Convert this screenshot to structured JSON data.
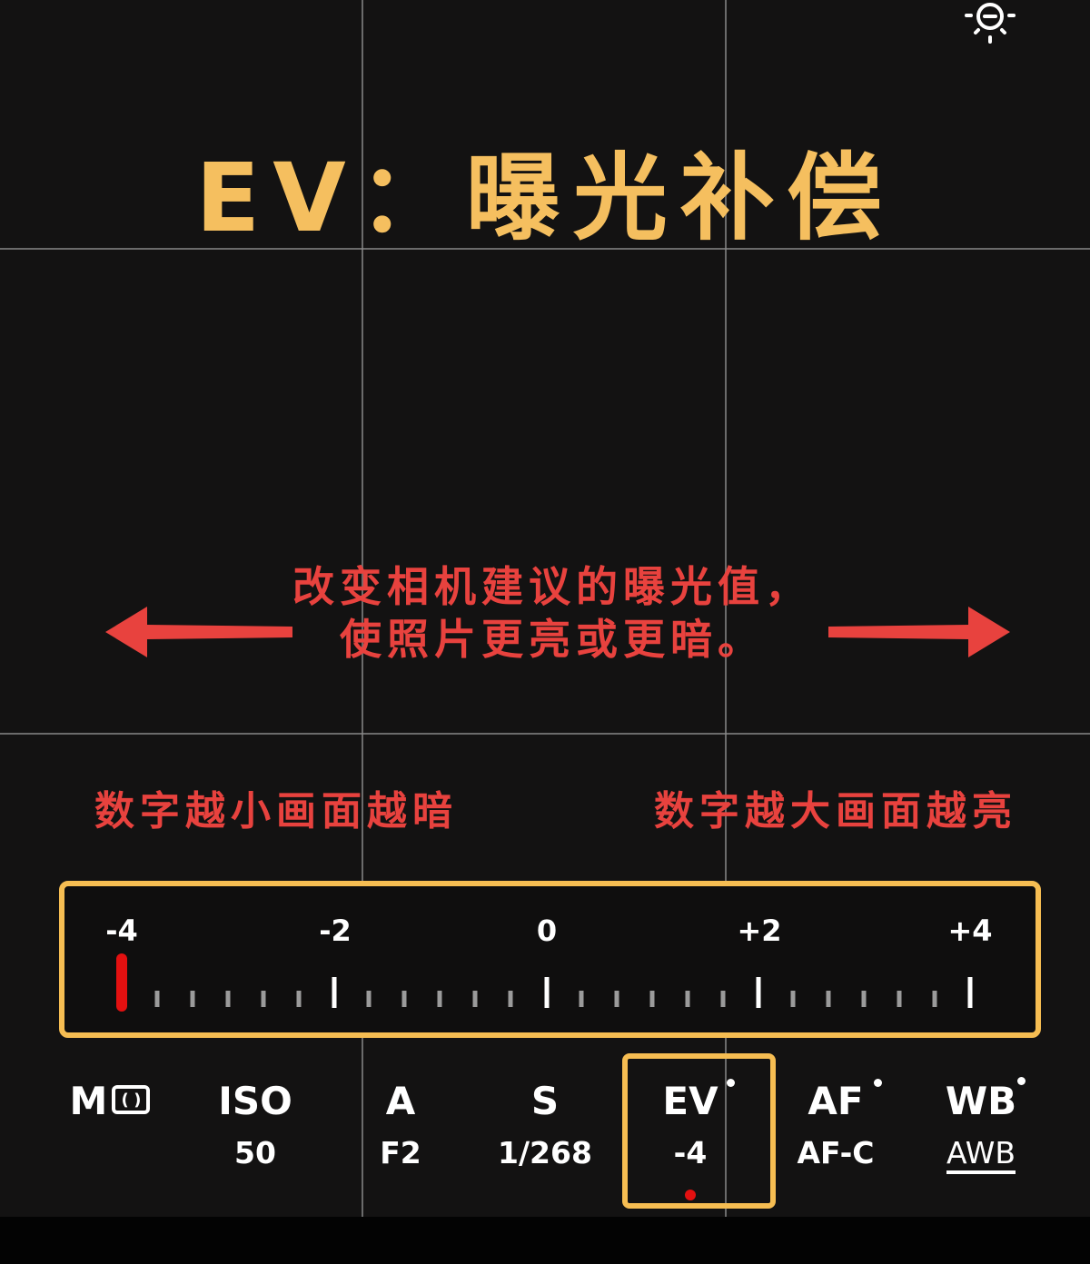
{
  "title": "EV：曝光补偿",
  "description": {
    "line1": "改变相机建议的曝光值，",
    "line2": "使照片更亮或更暗。"
  },
  "hints": {
    "left": "数字越小画面越暗",
    "right": "数字越大画面越亮"
  },
  "icons": {
    "exposure": "sun-minus-icon",
    "arrow_left": "arrow-left-icon",
    "arrow_right": "arrow-right-icon",
    "metering": "metering-mode-icon"
  },
  "ev_scale": {
    "labels": [
      "-4",
      "-2",
      "0",
      "+2",
      "+4"
    ],
    "min": -4,
    "max": 4,
    "current": -4,
    "minor_ticks_between_major": 5
  },
  "controls": [
    {
      "label": "M",
      "value": "",
      "icon": "metering-mode-icon",
      "dot": false
    },
    {
      "label": "ISO",
      "value": "50",
      "dot": false
    },
    {
      "label": "A",
      "value": "F2",
      "dot": false
    },
    {
      "label": "S",
      "value": "1/268",
      "dot": false
    },
    {
      "label": "EV",
      "value": "-4",
      "dot": true,
      "selected": true
    },
    {
      "label": "AF",
      "value": "AF-C",
      "dot": true
    },
    {
      "label": "WB",
      "value": "AWB",
      "dot": true
    }
  ],
  "colors": {
    "title": "#f5bf5f",
    "annotation_red": "#e8423e",
    "highlight_frame": "#f6bd52",
    "indicator_red": "#e31010",
    "background": "#131212"
  }
}
